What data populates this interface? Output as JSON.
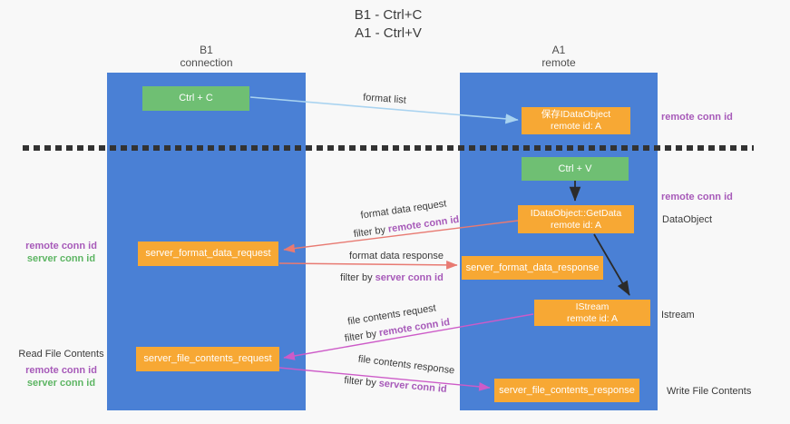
{
  "title": {
    "line1": "B1 - Ctrl+C",
    "line2": "A1 - Ctrl+V"
  },
  "columns": {
    "left": {
      "header1": "B1",
      "header2": "connection"
    },
    "right": {
      "header1": "A1",
      "header2": "remote"
    }
  },
  "boxes": {
    "ctrl_c": "Ctrl + C",
    "ctrl_v": "Ctrl + V",
    "store_idataobject_line1": "保存IDataObject",
    "store_idataobject_line2": "remote id: A",
    "getdata_line1": "IDataObject::GetData",
    "getdata_line2": "remote id: A",
    "istream_line1": "IStream",
    "istream_line2": "remote id: A",
    "server_format_data_request": "server_format_data_request",
    "server_format_data_response": "server_format_data_response",
    "server_file_contents_request": "server_file_contents_request",
    "server_file_contents_response": "server_file_contents_response"
  },
  "flow_labels": {
    "format_list": "format list",
    "format_data_request": "format data request",
    "format_data_response": "format data response",
    "file_contents_request": "file contents request",
    "file_contents_response": "file contents response",
    "filter_by": "filter by",
    "remote_conn_id": "remote conn id",
    "server_conn_id": "server conn id"
  },
  "annotations": {
    "remote_conn_id_top_right": "remote conn id",
    "remote_conn_id_mid_right": "remote conn id",
    "dataobject": "DataObject",
    "istream": "Istream",
    "write_file_contents": "Write File Contents",
    "read_file_contents": "Read File Contents",
    "remote_conn_id_left": "remote conn id",
    "server_conn_id_left": "server conn id",
    "remote_conn_id_bottom_left": "remote conn id",
    "server_conn_id_bottom_left": "server conn id"
  },
  "colors": {
    "column_blue": "#4a80d5",
    "box_green": "#6fbf73",
    "box_orange": "#f7a834",
    "purple_text": "#a75ab9",
    "green_text": "#5db563",
    "arrow_lightblue": "#a9d3f0",
    "arrow_red": "#e87a72",
    "arrow_magenta": "#cd5bc8",
    "arrow_black": "#2b2b2b"
  }
}
